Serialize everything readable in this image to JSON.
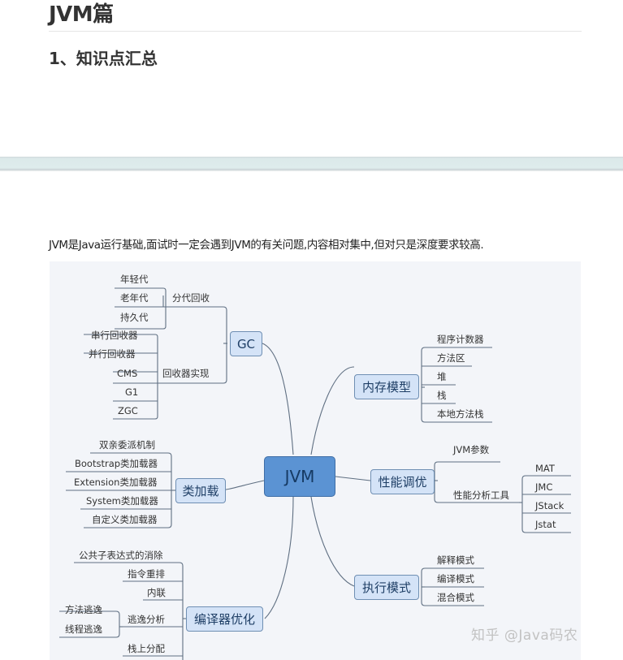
{
  "article": {
    "title": "JVM篇",
    "section_heading": "1、知识点汇总",
    "intro": "JVM是Java运行基础,面试时一定会遇到JVM的有关问题,内容相对集中,但对只是深度要求较高."
  },
  "mindmap": {
    "root": "JVM",
    "branches": {
      "gc": {
        "label": "GC",
        "sub": [
          {
            "label": "分代回收",
            "children": [
              "年轻代",
              "老年代",
              "持久代"
            ]
          },
          {
            "label": "回收器实现",
            "children": [
              "串行回收器",
              "并行回收器",
              "CMS",
              "G1",
              "ZGC"
            ]
          }
        ]
      },
      "classloading": {
        "label": "类加载",
        "children": [
          "双亲委派机制",
          "Bootstrap类加载器",
          "Extension类加载器",
          "System类加载器",
          "自定义类加载器"
        ]
      },
      "compiler": {
        "label": "编译器优化",
        "children": [
          "公共子表达式的消除",
          "指令重排",
          "内联",
          "逃逸分析",
          "栈上分配"
        ],
        "escape_children": [
          "方法逃逸",
          "线程逃逸"
        ]
      },
      "memory": {
        "label": "内存模型",
        "children": [
          "程序计数器",
          "方法区",
          "堆",
          "栈",
          "本地方法栈"
        ]
      },
      "tuning": {
        "label": "性能调优",
        "children": [
          "JVM参数",
          "性能分析工具"
        ],
        "tools": [
          "MAT",
          "JMC",
          "JStack",
          "Jstat"
        ]
      },
      "execution": {
        "label": "执行模式",
        "children": [
          "解释模式",
          "编译模式",
          "混合模式"
        ]
      }
    },
    "colors": {
      "background": "#f3f5f9",
      "root_fill": "#5b93d3",
      "node_fill": "#d4e3f7",
      "line": "#5f6f82"
    }
  },
  "watermark": "知乎 @Java码农"
}
